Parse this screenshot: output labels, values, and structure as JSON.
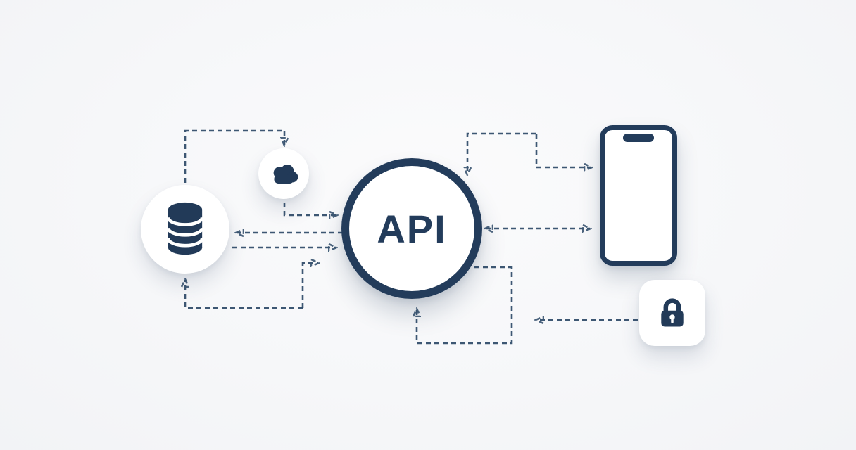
{
  "diagram": {
    "center": {
      "label": "API"
    },
    "nodes": [
      {
        "id": "database-node",
        "icon": "database-icon"
      },
      {
        "id": "cloud-node",
        "icon": "cloud-icon"
      },
      {
        "id": "api-node",
        "label": "API"
      },
      {
        "id": "smartphone-node",
        "icon": "smartphone-icon"
      },
      {
        "id": "lock-node",
        "icon": "lock-icon"
      }
    ],
    "colors": {
      "accent": "#233C5B",
      "line": "#2E4A68",
      "background": "#F6F7F9",
      "node_fill": "#FFFFFF"
    }
  }
}
